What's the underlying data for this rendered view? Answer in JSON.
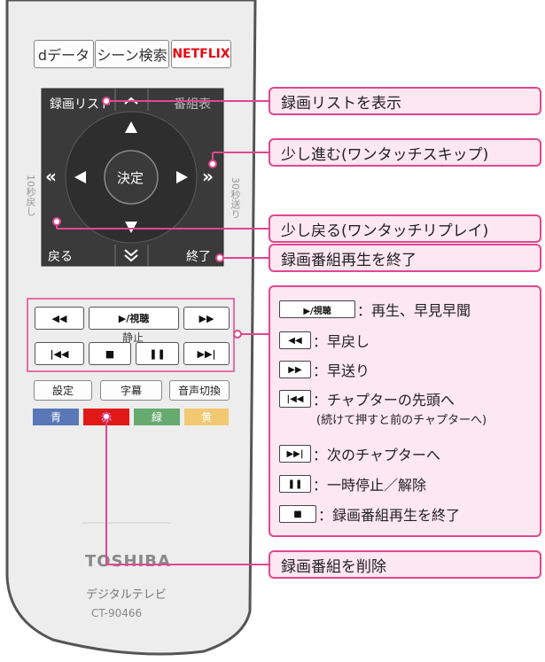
{
  "remote": {
    "top_buttons": [
      "dデータ",
      "シーン検索",
      "NETFLIX"
    ],
    "dpad": {
      "rec_list": "録画リスト",
      "program_guide": "番組表",
      "center": "決定",
      "back": "戻る",
      "end": "終了",
      "skip_back_side": "10秒戻し",
      "skip_fwd_side": "30秒送り"
    },
    "playback": {
      "still_label": "静止"
    },
    "function_buttons": [
      "設定",
      "字幕",
      "音声切換"
    ],
    "color_buttons": [
      {
        "label": "青",
        "color": "#5a78b8"
      },
      {
        "label": "赤",
        "color": "#e01818"
      },
      {
        "label": "緑",
        "color": "#66aa70"
      },
      {
        "label": "黄",
        "color": "#f2c872"
      }
    ],
    "brand": "TOSHIBA",
    "product": "デジタルテレビ",
    "model": "CT-90466"
  },
  "callouts": {
    "rec_list": "録画リストを表示",
    "skip_fwd": "少し進む(ワンタッチスキップ)",
    "skip_back": "少し戻る(ワンタッチリプレイ)",
    "end": "録画番組再生を終了",
    "delete": "録画番組を削除"
  },
  "legend": {
    "play": "：再生、早見早聞",
    "rewind": "：早戻し",
    "ffwd": "：早送り",
    "prev": "：チャプターの先頭へ",
    "prev_note": "(続けて押すと前のチャプターへ)",
    "next": "：次のチャプターへ",
    "pause": "：一時停止／解除",
    "stop": "：録画番組再生を終了"
  },
  "colors": {
    "accent": "#e2468f",
    "callout_bg": "#fde7f1",
    "remote_body": "#efefef",
    "dpad": "#3a3a3a"
  }
}
